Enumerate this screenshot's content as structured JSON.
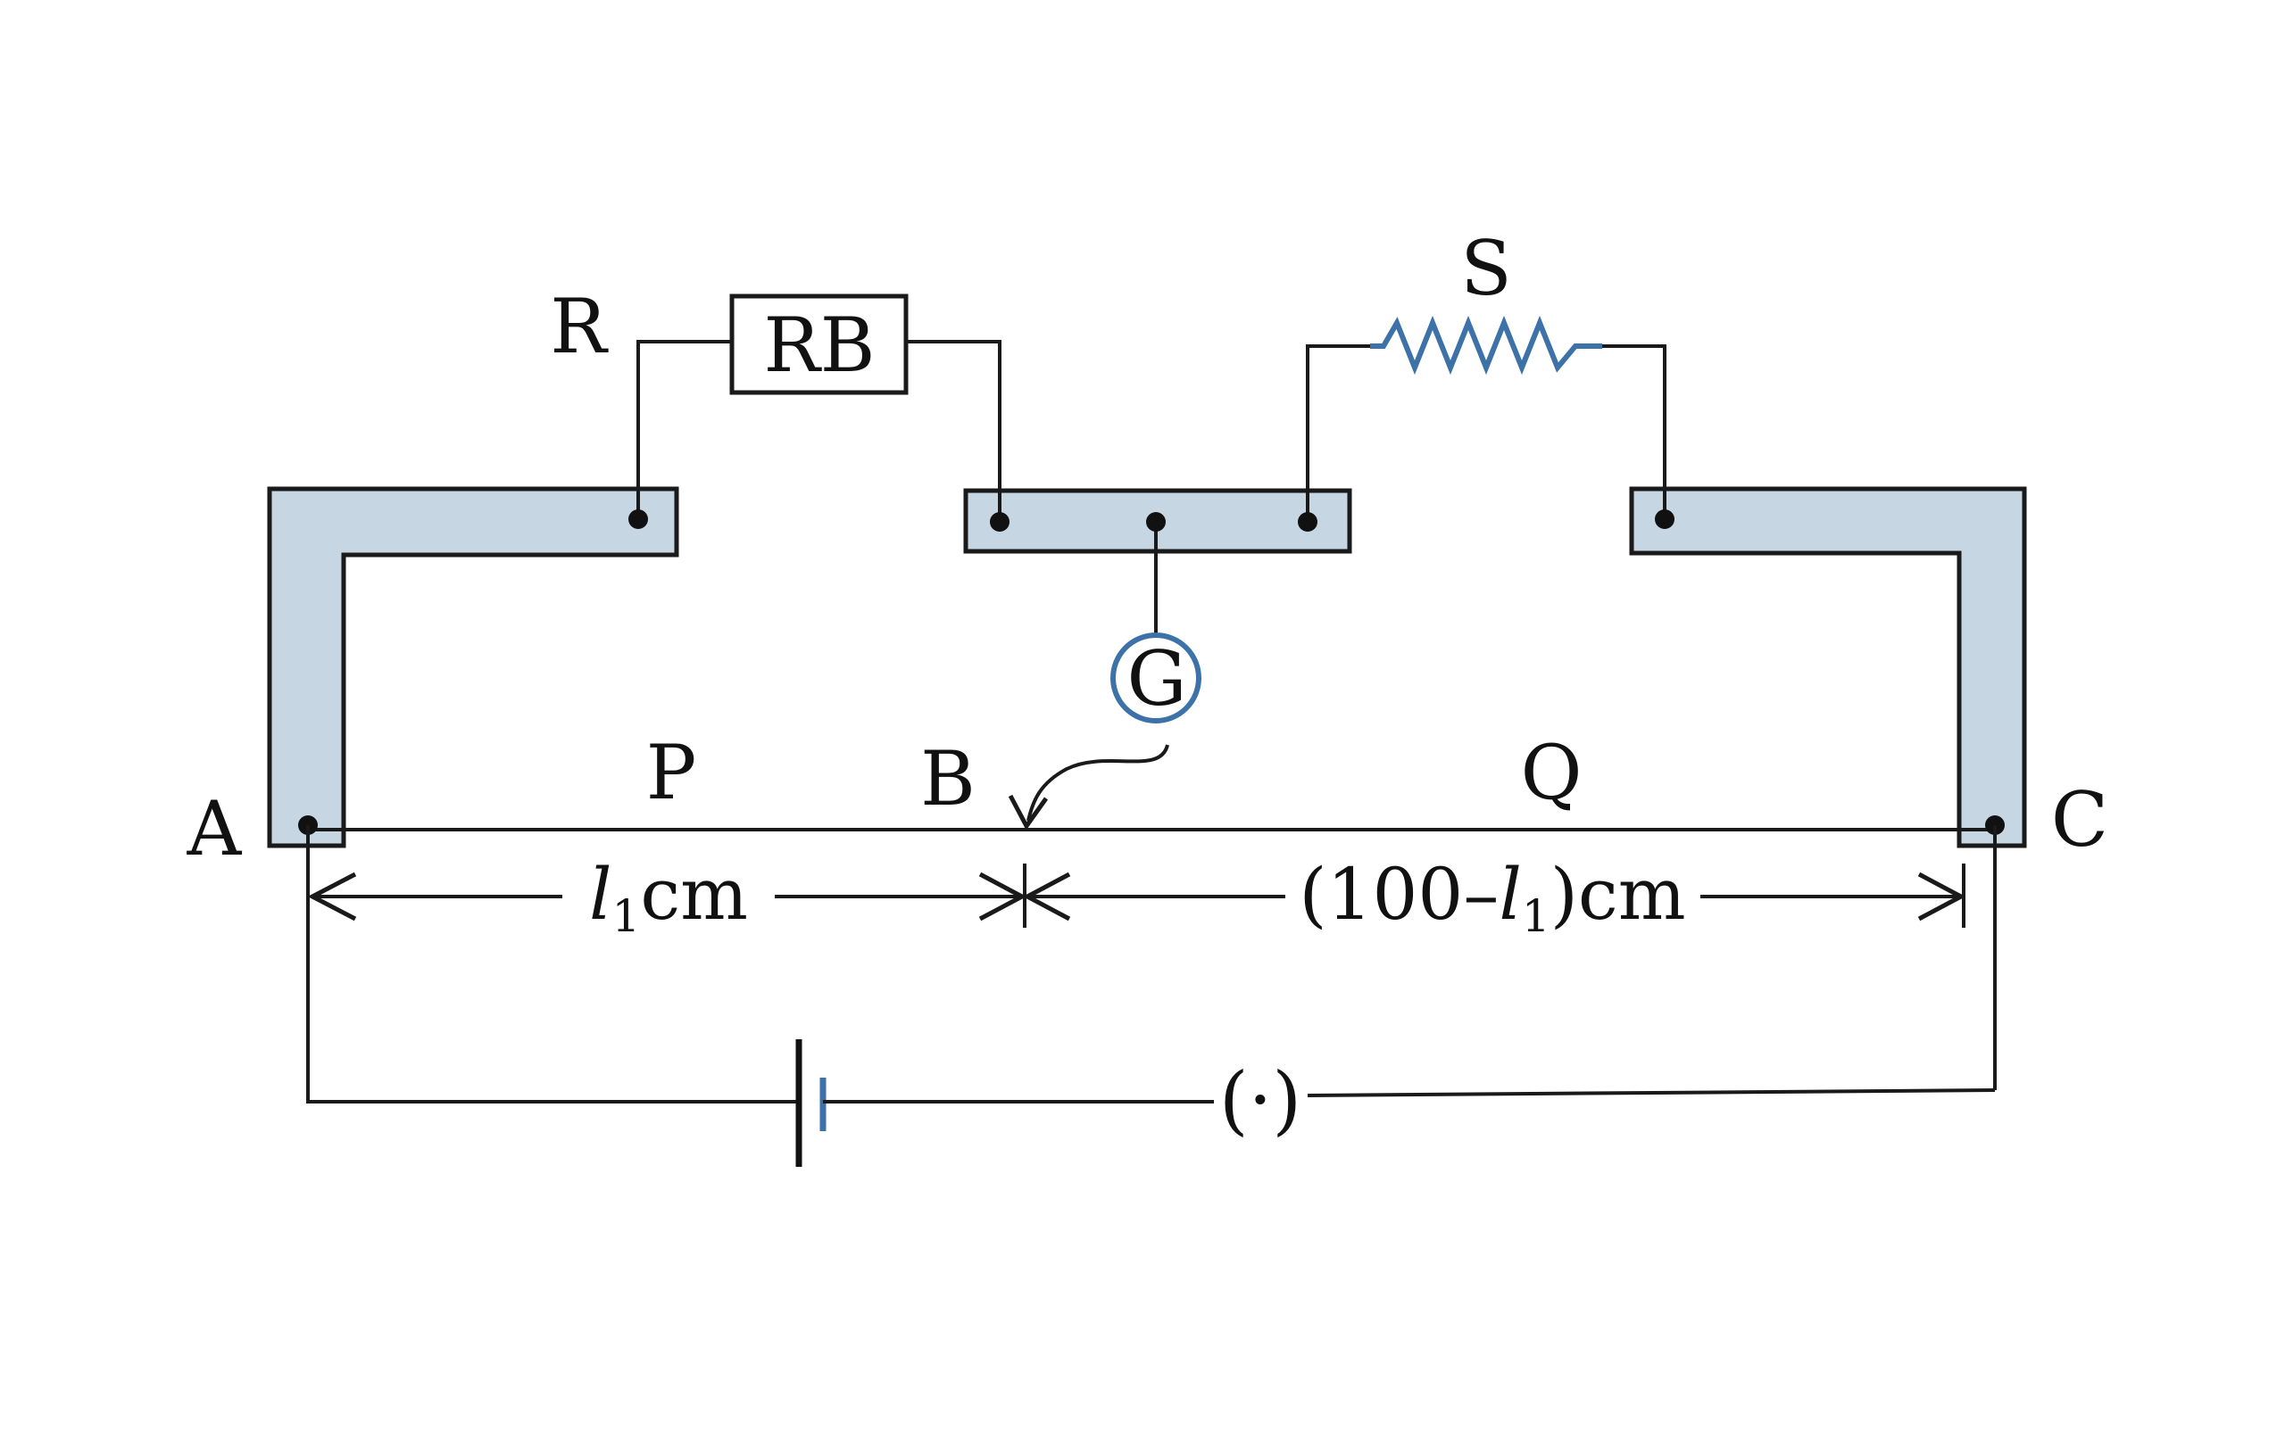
{
  "labels": {
    "R": "R",
    "RB": "RB",
    "S": "S",
    "G": "G",
    "A": "A",
    "B": "B",
    "C": "C",
    "P": "P",
    "Q": "Q",
    "key": "(·)"
  },
  "dimensions": {
    "left_l": "l",
    "left_sub": "1",
    "left_unit": "cm",
    "right_prefix": "(100–",
    "right_l": "l",
    "right_sub": "1",
    "right_suffix": ")cm"
  },
  "colors": {
    "strip_fill": "#c7d6e3",
    "resistor_S": "#3d72a8",
    "cell_plate": "#3d72a8",
    "galvanometer": "#3d72a8"
  }
}
